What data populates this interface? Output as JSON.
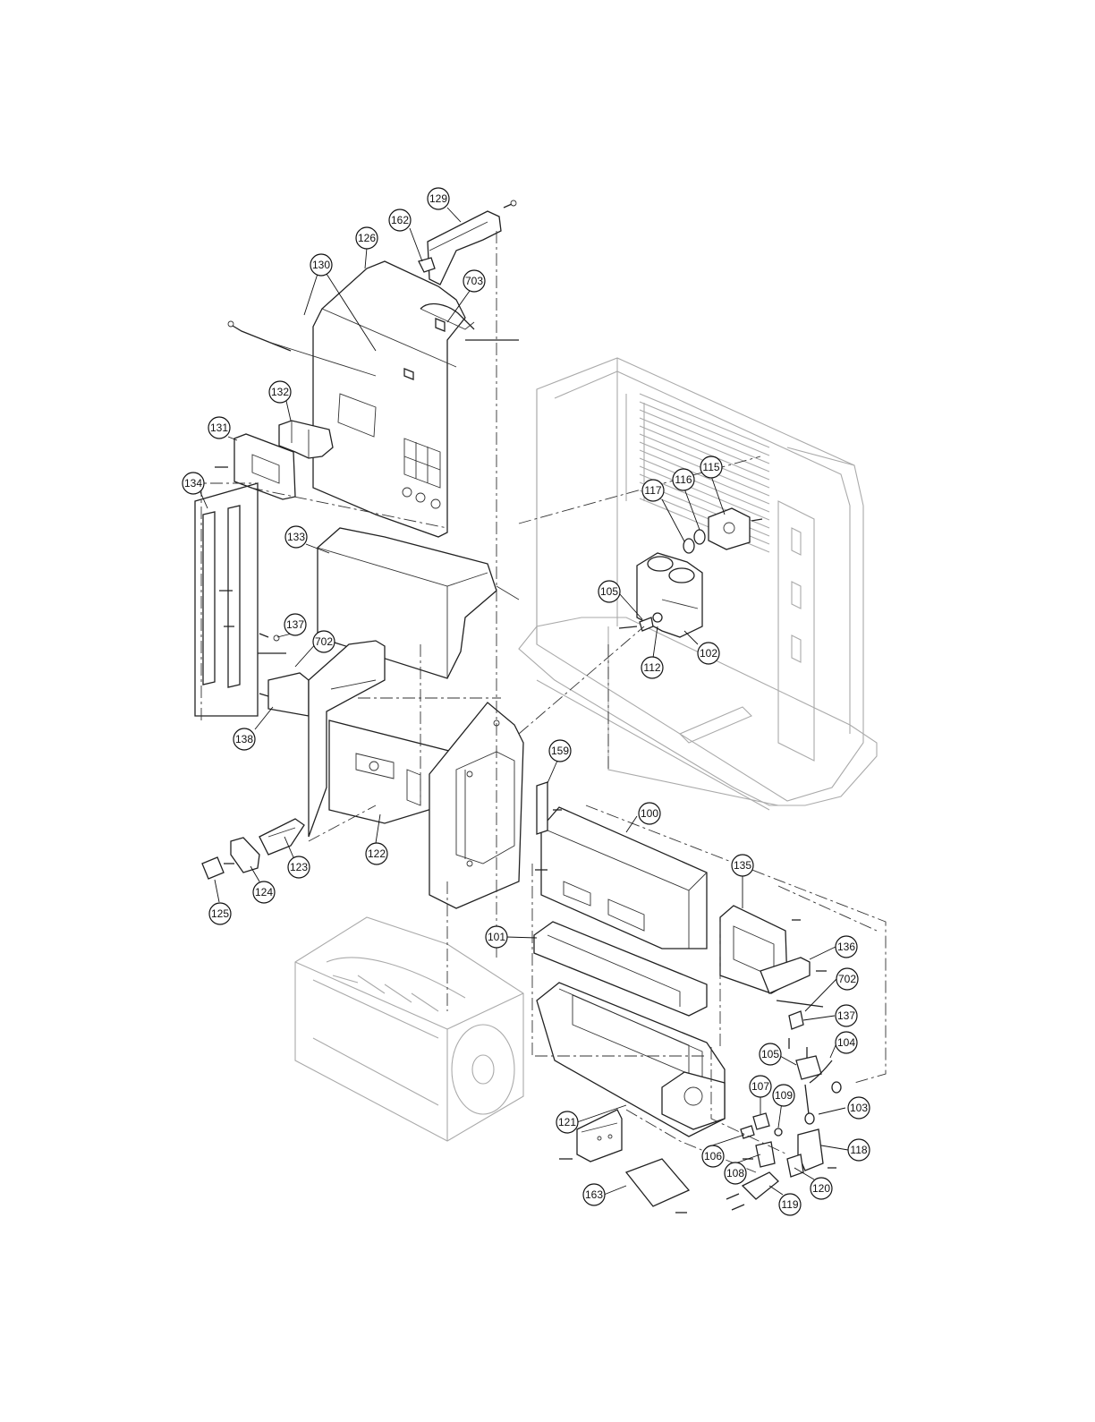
{
  "diagram": {
    "callouts": [
      {
        "id": "c129",
        "label": "129"
      },
      {
        "id": "c162",
        "label": "162"
      },
      {
        "id": "c126",
        "label": "126"
      },
      {
        "id": "c130",
        "label": "130"
      },
      {
        "id": "c703",
        "label": "703"
      },
      {
        "id": "c132",
        "label": "132"
      },
      {
        "id": "c131",
        "label": "131"
      },
      {
        "id": "c134",
        "label": "134"
      },
      {
        "id": "c133",
        "label": "133"
      },
      {
        "id": "c137a",
        "label": "137"
      },
      {
        "id": "c702a",
        "label": "702"
      },
      {
        "id": "c138",
        "label": "138"
      },
      {
        "id": "c122",
        "label": "122"
      },
      {
        "id": "c123",
        "label": "123"
      },
      {
        "id": "c124",
        "label": "124"
      },
      {
        "id": "c125",
        "label": "125"
      },
      {
        "id": "c115",
        "label": "115"
      },
      {
        "id": "c116",
        "label": "116"
      },
      {
        "id": "c117",
        "label": "117"
      },
      {
        "id": "c105a",
        "label": "105"
      },
      {
        "id": "c102",
        "label": "102"
      },
      {
        "id": "c112",
        "label": "112"
      },
      {
        "id": "c159",
        "label": "159"
      },
      {
        "id": "c100",
        "label": "100"
      },
      {
        "id": "c135",
        "label": "135"
      },
      {
        "id": "c101",
        "label": "101"
      },
      {
        "id": "c136",
        "label": "136"
      },
      {
        "id": "c702b",
        "label": "702"
      },
      {
        "id": "c137b",
        "label": "137"
      },
      {
        "id": "c104",
        "label": "104"
      },
      {
        "id": "c105b",
        "label": "105"
      },
      {
        "id": "c103",
        "label": "103"
      },
      {
        "id": "c107",
        "label": "107"
      },
      {
        "id": "c109",
        "label": "109"
      },
      {
        "id": "c118",
        "label": "118"
      },
      {
        "id": "c121",
        "label": "121"
      },
      {
        "id": "c106",
        "label": "106"
      },
      {
        "id": "c108",
        "label": "108"
      },
      {
        "id": "c120",
        "label": "120"
      },
      {
        "id": "c119",
        "label": "119"
      },
      {
        "id": "c163",
        "label": "163"
      }
    ]
  }
}
